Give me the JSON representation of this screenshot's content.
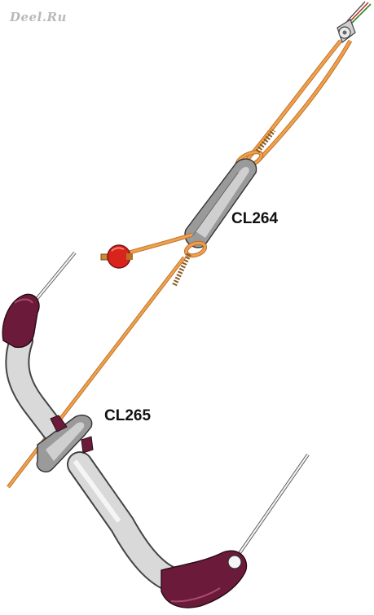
{
  "watermark": "Deel.Ru",
  "labels": {
    "cl264": "CL264",
    "cl265": "CL265"
  },
  "colors": {
    "rope": "#f0a04b",
    "rope_outline": "#b8702a",
    "bar_grip": "#d9d9d9",
    "bar_outline": "#555555",
    "end_cap": "#6b1a3a",
    "cleat": "#9a9a9a",
    "stopper_ball": "#d9241c",
    "line": "#e8e8e8"
  },
  "icons": {
    "pulley": "pulley-icon",
    "stopper": "stopper-ball-icon",
    "cleat_upper": "clam-cleat-icon",
    "cleat_lower": "clam-cleat-icon"
  }
}
